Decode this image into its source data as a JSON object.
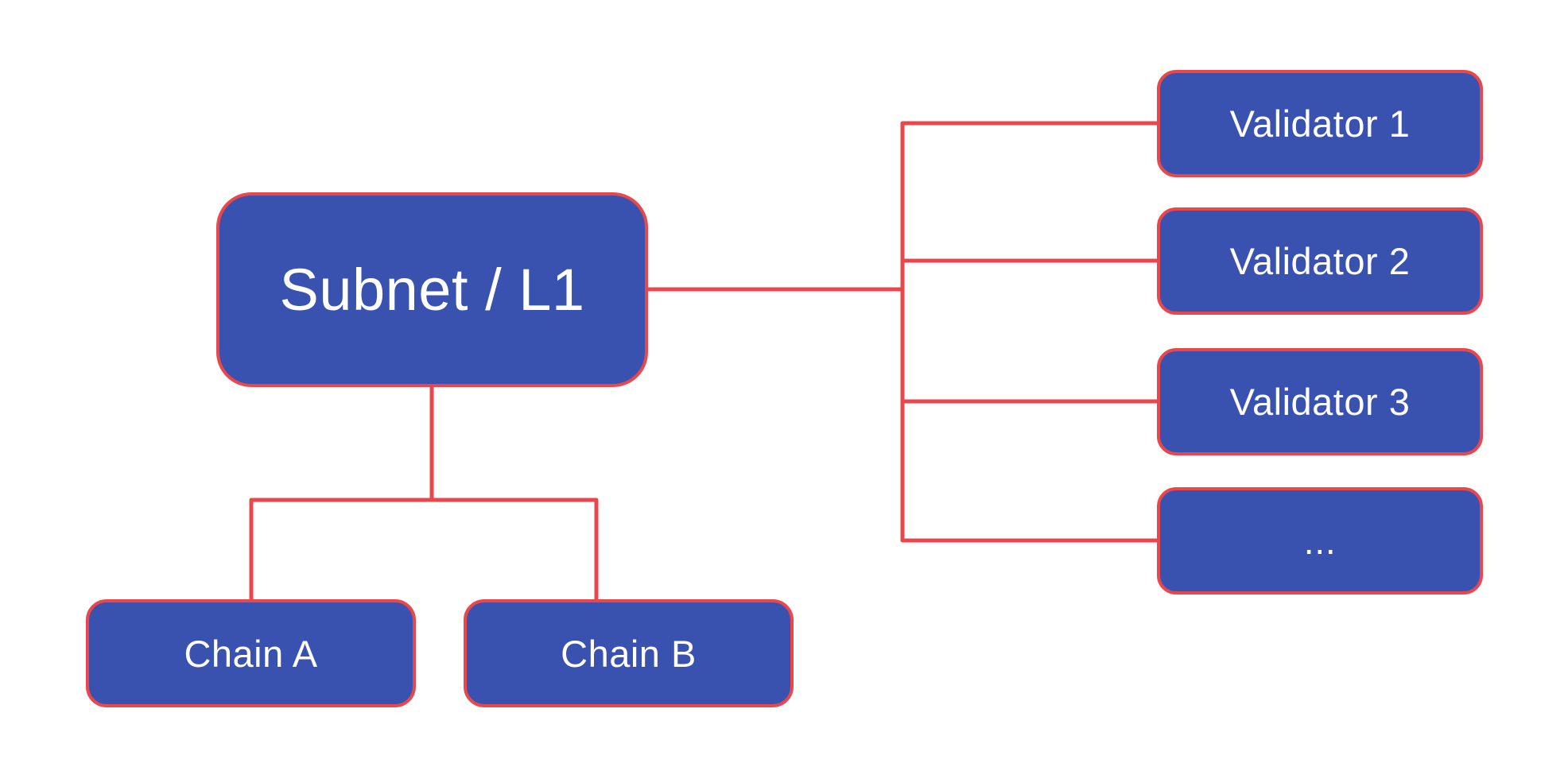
{
  "title": "Subnet / L1 topology diagram",
  "colors": {
    "background": "#FFFFFF",
    "node_fill": "#3A52AF",
    "node_border": "#EA474C",
    "line": "#EA474C",
    "label_text": "#FFFFFF"
  },
  "nodes": {
    "subnet": {
      "label": "Subnet / L1"
    },
    "chain_a": {
      "label": "Chain A"
    },
    "chain_b": {
      "label": "Chain B"
    },
    "validator_1": {
      "label": "Validator 1"
    },
    "validator_2": {
      "label": "Validator 2"
    },
    "validator_3": {
      "label": "Validator 3"
    },
    "validator_more": {
      "label": "..."
    }
  },
  "edges": [
    {
      "from": "subnet",
      "to": "validator_1"
    },
    {
      "from": "subnet",
      "to": "validator_2"
    },
    {
      "from": "subnet",
      "to": "validator_3"
    },
    {
      "from": "subnet",
      "to": "validator_more"
    },
    {
      "from": "subnet",
      "to": "chain_a"
    },
    {
      "from": "subnet",
      "to": "chain_b"
    }
  ]
}
